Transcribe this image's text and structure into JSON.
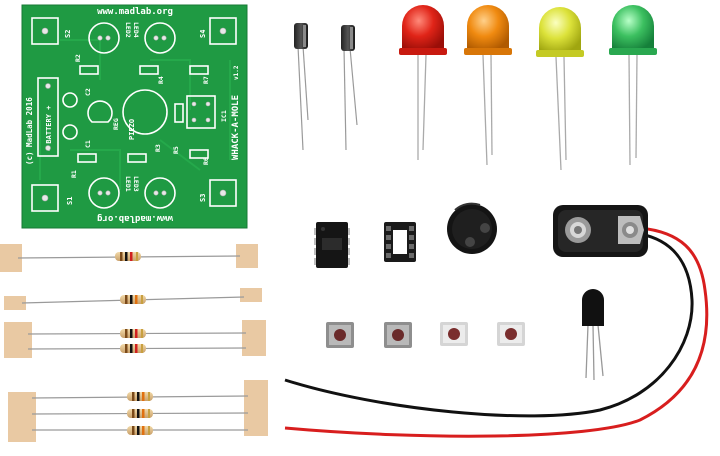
{
  "pcb": {
    "url_top": "www.madlab.org",
    "url_bottom": "www.madlab.org",
    "title": "WHACK-A-MOLE",
    "version": "v1.2",
    "copyright": "(c) MadLab 2016",
    "battery_label": "- BATTERY +",
    "labels": {
      "s1": "S1",
      "s2": "S2",
      "s3": "S3",
      "s4": "S4",
      "r1": "R1",
      "r2": "R2",
      "r3": "R3",
      "r4": "R4",
      "r5": "R5",
      "r6": "R6",
      "r7": "R7",
      "c1": "C1",
      "c2": "C2",
      "reg": "REG",
      "piezo": "PIEZO",
      "ic1": "IC1",
      "led1": "LED1",
      "led2": "LED2",
      "led3": "LED3",
      "led4": "LED4"
    }
  },
  "colors": {
    "pcb_green": "#1f9a43",
    "led_red": "#e02418",
    "led_orange": "#f08a10",
    "led_yellow": "#d8e030",
    "led_green": "#3cc060",
    "wire_red": "#d81e1e",
    "wire_black": "#111111",
    "tape": "#e9c9a3"
  },
  "components": {
    "leds": [
      "led-red",
      "led-orange",
      "led-yellow",
      "led-green"
    ],
    "capacitors": 2,
    "resistor_strips": 4,
    "tactile_buttons": 4
  }
}
